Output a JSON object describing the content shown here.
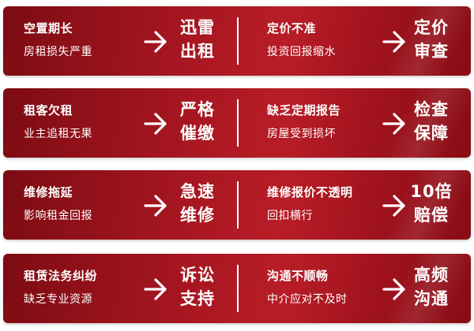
{
  "rows": [
    {
      "left": {
        "problem": "空置期长",
        "detail": "房租损失严重",
        "solution_line1": "迅雷",
        "solution_line2": "出租"
      },
      "right": {
        "problem": "定价不准",
        "detail": "投资回报缩水",
        "solution_line1": "定价",
        "solution_line2": "审查"
      }
    },
    {
      "left": {
        "problem": "租客欠租",
        "detail": "业主追租无果",
        "solution_line1": "严格",
        "solution_line2": "催缴"
      },
      "right": {
        "problem": "缺乏定期报告",
        "detail": "房屋受到损坏",
        "solution_line1": "检查",
        "solution_line2": "保障"
      }
    },
    {
      "left": {
        "problem": "维修拖延",
        "detail": "影响租金回报",
        "solution_line1": "急速",
        "solution_line2": "维修"
      },
      "right": {
        "problem": "维修报价不透明",
        "detail": "回扣横行",
        "solution_line1": "10倍",
        "solution_line2": "赔偿"
      }
    },
    {
      "left": {
        "problem": "租赁法务纠纷",
        "detail": "缺乏专业资源",
        "solution_line1": "诉讼",
        "solution_line2": "支持"
      },
      "right": {
        "problem": "沟通不顺畅",
        "detail": "中介应对不及时",
        "solution_line1": "高频",
        "solution_line2": "沟通"
      }
    }
  ],
  "icons": {
    "arrow": "arrow-right-icon"
  },
  "colors": {
    "banner": "#a61620",
    "text": "#ffffff"
  }
}
